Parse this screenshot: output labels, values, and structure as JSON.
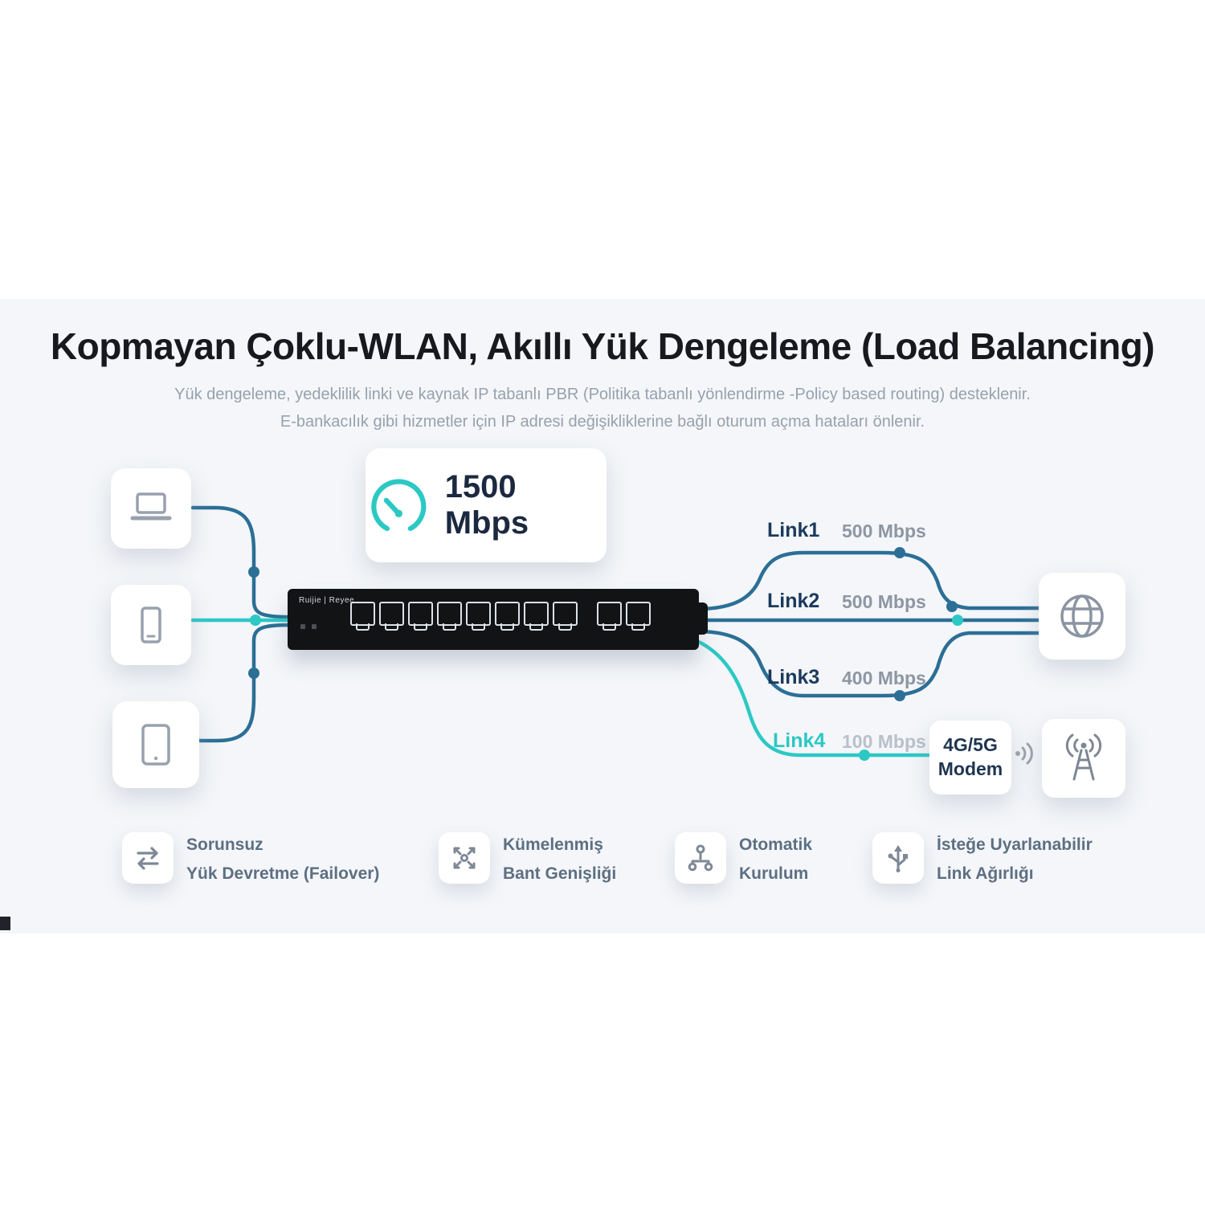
{
  "header": {
    "title": "Kopmayan Çoklu-WLAN, Akıllı Yük Dengeleme (Load Balancing)",
    "subtitle_line1": "Yük dengeleme, yedeklilik linki ve kaynak IP tabanlı PBR (Politika tabanlı yönlendirme -Policy based routing) desteklenir.",
    "subtitle_line2": "E-bankacılık gibi hizmetler için IP adresi değişikliklerine bağlı oturum açma hataları önlenir."
  },
  "speed_badge": {
    "label": "1500 Mbps"
  },
  "router": {
    "brand": "Ruijie | Reyee"
  },
  "links": [
    {
      "name": "Link1",
      "speed": "500 Mbps"
    },
    {
      "name": "Link2",
      "speed": "500 Mbps"
    },
    {
      "name": "Link3",
      "speed": "400 Mbps"
    },
    {
      "name": "Link4",
      "speed": "100 Mbps"
    }
  ],
  "modem": {
    "line1": "4G/5G",
    "line2": "Modem"
  },
  "features": [
    {
      "line1": "Sorunsuz",
      "line2": "Yük Devretme (Failover)"
    },
    {
      "line1": "Kümelenmiş",
      "line2": "Bant Genişliği"
    },
    {
      "line1": "Otomatik",
      "line2": "Kurulum"
    },
    {
      "line1": "İsteğe Uyarlanabilir",
      "line2": "Link Ağırlığı"
    }
  ],
  "icons": {
    "devices": [
      "laptop-icon",
      "phone-icon",
      "tablet-icon"
    ],
    "speed": "speedometer-icon",
    "internet": "globe-icon",
    "cellular": "antenna-tower-icon",
    "signal": "signal-waves-icon",
    "features": [
      "failover-arrows-icon",
      "bandwidth-cluster-icon",
      "auto-setup-tree-icon",
      "usb-icon"
    ]
  },
  "colors": {
    "teal": "#2cc8c4",
    "blue": "#2b6f96",
    "navy": "#1b3a5c",
    "subtitle_gray": "#98a1ac",
    "feature_text": "#5d6f83",
    "router_black": "#121315",
    "section_bg": "#f4f6f9"
  }
}
